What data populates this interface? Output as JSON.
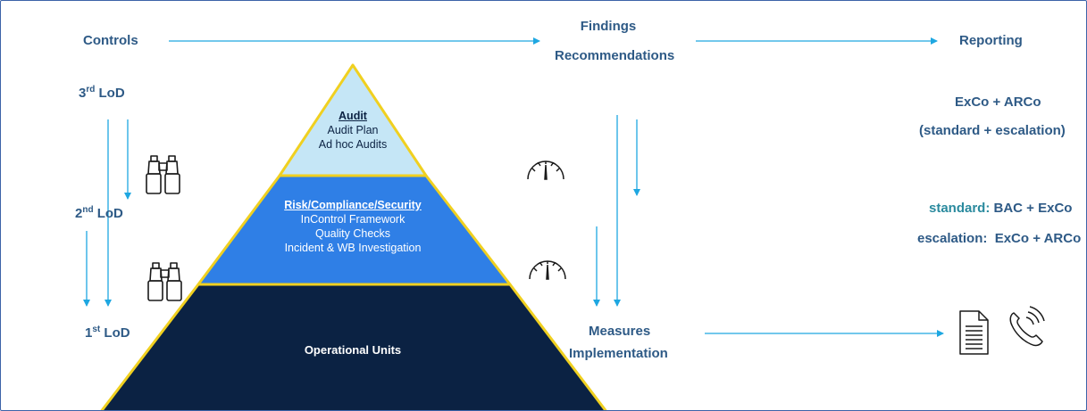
{
  "header": {
    "controls": "Controls",
    "findings": "Findings",
    "recommendations": "Recommendations",
    "reporting": "Reporting"
  },
  "lod": [
    {
      "num": "3",
      "sup": "rd",
      "text": " LoD"
    },
    {
      "num": "2",
      "sup": "nd",
      "text": " LoD"
    },
    {
      "num": "1",
      "sup": "st",
      "text": " LoD"
    }
  ],
  "pyramid": {
    "top": {
      "title": "Audit",
      "lines": [
        "Audit Plan",
        "Ad hoc Audits"
      ]
    },
    "middle": {
      "title": "Risk/Compliance/Security",
      "lines": [
        "InControl Framework",
        "Quality Checks",
        "Incident & WB Investigation"
      ]
    },
    "bottom": {
      "title": "Operational Units"
    }
  },
  "measures": {
    "line1": "Measures",
    "line2": "Implementation"
  },
  "reporting": {
    "line1": "ExCo + ARCo",
    "line2": "(standard + escalation)",
    "standard_label": "standard:",
    "standard_value": " BAC + ExCo",
    "escalation_label": "escalation:",
    "escalation_value": "  ExCo + ARCo"
  },
  "icons": [
    "binoculars-icon",
    "gauge-icon",
    "document-icon",
    "phone-icon"
  ],
  "colors": {
    "label": "#2e5a86",
    "teal_label": "#2a8a9e",
    "arrow": "#1ea7e1",
    "tier_top": "#c5e6f6",
    "tier_middle": "#2f7fe6",
    "tier_bottom": "#0b2243",
    "outline": "#f0d020"
  }
}
